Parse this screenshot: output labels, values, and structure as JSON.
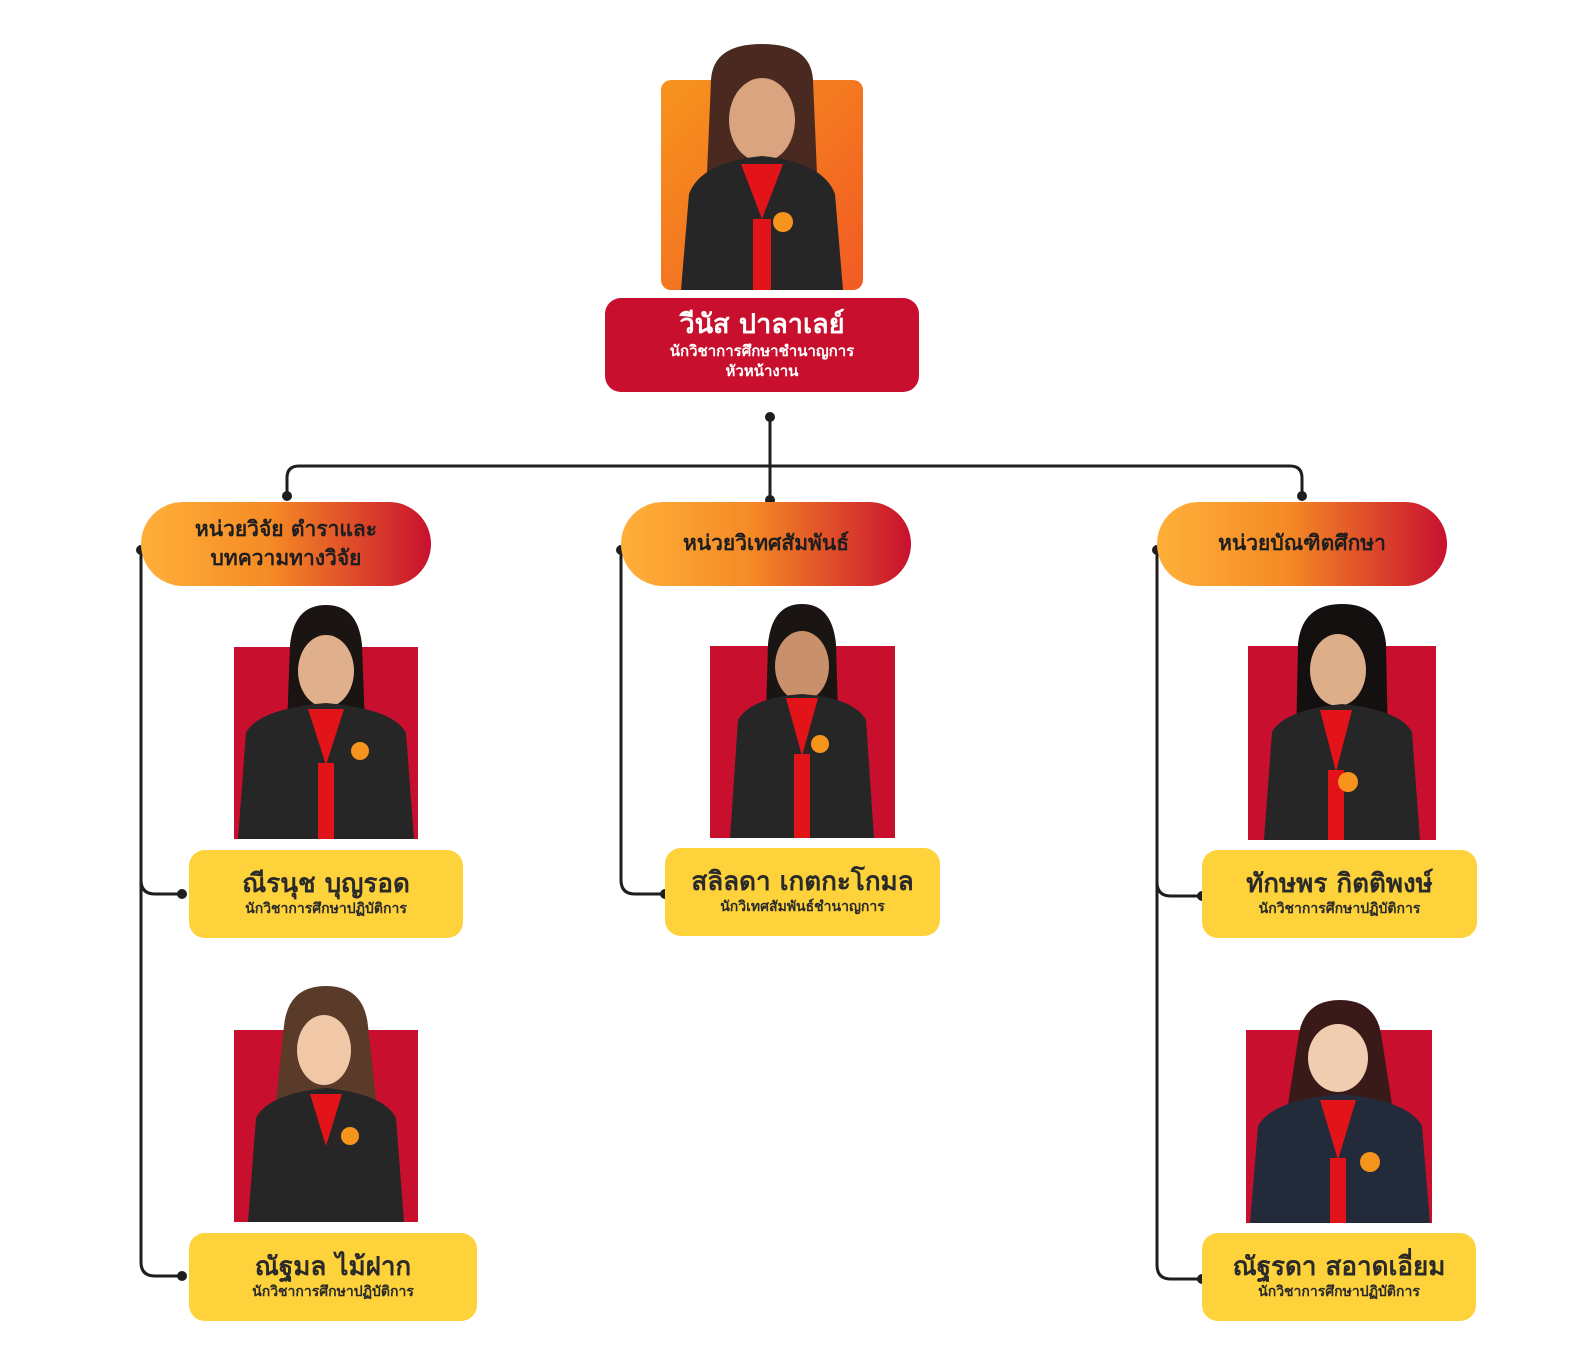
{
  "head": {
    "name": "วีนัส ปาลาเลย์",
    "title_line1": "นักวิชาการศึกษาชำนาญการ",
    "title_line2": "หัวหน้างาน"
  },
  "units": [
    {
      "label_line1": "หน่วยวิจัย ตำราและ",
      "label_line2": "บทความทางวิจัย",
      "members": [
        {
          "name": "ณีรนุช บุญรอด",
          "title": "นักวิชาการศึกษาปฏิบัติการ"
        },
        {
          "name": "ณัฐมล ไม้ฝาก",
          "title": "นักวิชาการศึกษาปฏิบัติการ"
        }
      ]
    },
    {
      "label_line1": "หน่วยวิเทศสัมพันธ์",
      "members": [
        {
          "name": "สลิลดา เกตกะโกมล",
          "title": "นักวิเทศสัมพันธ์ชำนาญการ"
        }
      ]
    },
    {
      "label_line1": "หน่วยบัณฑิตศึกษา",
      "members": [
        {
          "name": "ทักษพร กิตติพงษ์",
          "title": "นักวิชาการศึกษาปฏิบัติการ"
        },
        {
          "name": "ณัฐรดา สอาดเอี่ยม",
          "title": "นักวิชาการศึกษาปฏิบัติการ"
        }
      ]
    }
  ],
  "colors": {
    "head_card": "#c8102e",
    "staff_card": "#fdd23a",
    "unit_gradient_start": "#ffb03a",
    "unit_gradient_end": "#c8102e",
    "photo_bg_staff": "#c8102e",
    "photo_bg_head": "#f7941d",
    "connector": "#1e1e1e"
  }
}
